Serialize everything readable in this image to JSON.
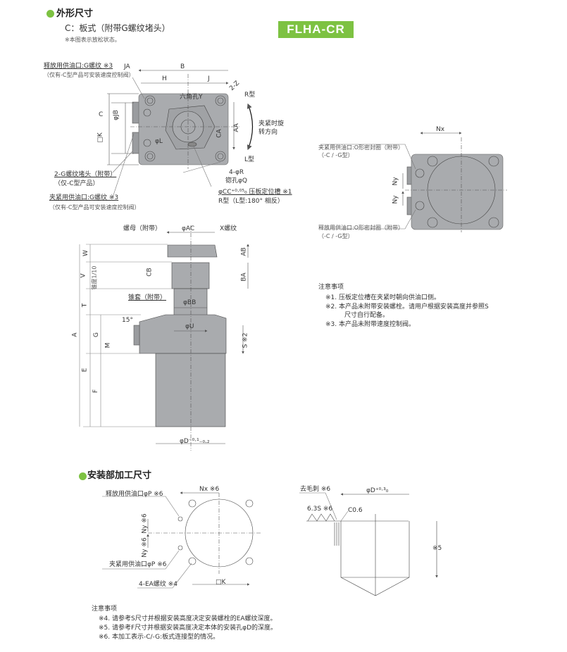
{
  "header": {
    "section1": "外形尺寸",
    "subtitle": "C：板式（附带G螺纹堵头）",
    "note": "※本图表示放松状态。",
    "model": "FLHA-CR",
    "section2": "安装部加工尺寸"
  },
  "top_view": {
    "release_port": "释放用供油口:G螺纹 ※3",
    "release_port_sub": "（仅有-C型产品可安装速度控制阀）",
    "plug": "2-G螺纹堵头（附带）",
    "plug_sub": "（仅-C型产品）",
    "clamp_port": "夹紧用供油口:G螺纹 ※3",
    "clamp_port_sub": "（仅有-C型产品可安装速度控制阀）",
    "JA": "JA",
    "B": "B",
    "H": "H",
    "J": "J",
    "Z": "2-Z",
    "hex": "六角孔Y",
    "JB": "φJB",
    "C": "C",
    "K": "□K",
    "L": "φL",
    "CA": "CA",
    "AA": "AA",
    "R_type": "R型",
    "L_type": "L型",
    "rotation": "夹紧时旋",
    "rotation2": "转方向",
    "R": "4-φR",
    "Q": "锪孔φQ",
    "CC": "φCC⁺⁰·⁰⁵₀ 压板定位槽 ※1",
    "CC_sub": "R型（L型:180° 相反）"
  },
  "side_ports": {
    "Nx": "Nx",
    "Ny1": "Ny",
    "Ny2": "Ny",
    "clamp": "夹紧用供油口:O形密封圈（附带）",
    "clamp_sub": "（-C / -G型）",
    "release": "释放用供油口:O形密封圈（附带）",
    "release_sub": "（-C / -G型）"
  },
  "front_view": {
    "nut": "螺母（附带）",
    "AC": "φAC",
    "X": "X螺纹",
    "W": "W",
    "AB": "AB",
    "CB": "CB",
    "V": "V",
    "taper": "锥度1/10",
    "BA": "BA",
    "T": "T",
    "sleeve": "锥套（附带）",
    "BB": "φBB",
    "angle": "15°",
    "U": "φU",
    "A": "A",
    "G": "G",
    "M": "M",
    "S": "S ※2",
    "E": "E",
    "F": "F",
    "D": "φD⁻⁰·¹₋₀.₂"
  },
  "notes1": {
    "title": "注意事项",
    "items": [
      "※1.  压板定位槽在夹紧时朝向供油口侧。",
      "※2.  本产品未附带安装螺栓。请用户根据安装高度并参照S",
      "尺寸自行配备。",
      "※3.  本产品未附带速度控制阀。"
    ]
  },
  "mount": {
    "release": "释放用供油口φP ※6",
    "Nx": "Nx ※6",
    "Ny1": "Ny ※6",
    "Ny2": "Ny ※6",
    "clamp": "夹紧用供油口φP ※6",
    "EA": "4-EA螺纹 ※4",
    "K": "□K"
  },
  "bore": {
    "deburr": "去毛刺 ※6",
    "rough": "6.3S ※6",
    "chamfer": "C0.6",
    "D": "φD⁺⁰·³₀",
    "depth": "※5"
  },
  "notes2": {
    "title": "注意事项",
    "items": [
      "※4.  请参考S尺寸并根据安装高度决定安装螺栓的EA螺纹深度。",
      "※5.  请参考F尺寸并根据安装高度决定本体的安装孔φD的深度。",
      "※6.  本加工表示-C/-G:板式连接型的情况。"
    ]
  },
  "colors": {
    "accent": "#7dc242",
    "body": "#a9abae"
  }
}
